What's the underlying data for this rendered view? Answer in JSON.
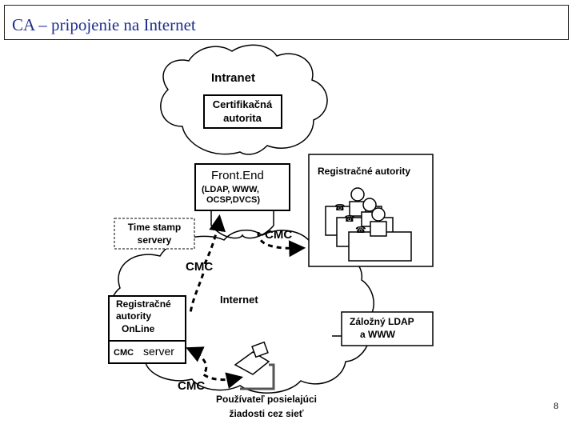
{
  "slide": {
    "title": "CA – pripojenie na Internet",
    "page_number": "8"
  },
  "diagram": {
    "intranet": {
      "label": "Intranet",
      "ca_line1": "Certifikačná",
      "ca_line2": "autorita"
    },
    "frontend": {
      "title": "Front.End",
      "line1": "(LDAP, WWW,",
      "line2": "OCSP,DVCS)"
    },
    "registration": {
      "label": "Registračné autority"
    },
    "timestamp": {
      "line1": "Time stamp",
      "line2": "servery"
    },
    "online_ra": {
      "line1": "Registračné",
      "line2": "autority",
      "line3": "OnLine",
      "server_prefix": "CMC",
      "server_word": "server"
    },
    "internet": {
      "label": "Internet"
    },
    "backup": {
      "line1": "Záložný LDAP",
      "line2": "a WWW"
    },
    "user": {
      "line1": "Používateľ posielajúci",
      "line2": "žiadosti cez sieť"
    },
    "cmc": {
      "label": "CMC"
    }
  }
}
